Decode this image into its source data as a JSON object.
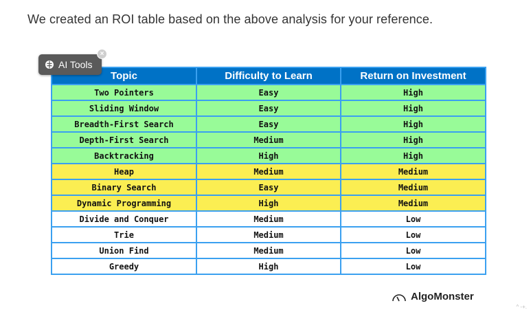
{
  "intro_text": "We created an ROI table based on the above analysis for your reference.",
  "ai_tools": {
    "label": "AI Tools",
    "icon": "brain-icon",
    "close_icon": "close-icon"
  },
  "table": {
    "headers": [
      "Topic",
      "Difficulty to Learn",
      "Return on Investment"
    ],
    "rows": [
      {
        "topic": "Two Pointers",
        "difficulty": "Easy",
        "roi": "High",
        "color": "#98fb98"
      },
      {
        "topic": "Sliding Window",
        "difficulty": "Easy",
        "roi": "High",
        "color": "#98fb98"
      },
      {
        "topic": "Breadth-First Search",
        "difficulty": "Easy",
        "roi": "High",
        "color": "#98fb98"
      },
      {
        "topic": "Depth-First Search",
        "difficulty": "Medium",
        "roi": "High",
        "color": "#98fb98"
      },
      {
        "topic": "Backtracking",
        "difficulty": "High",
        "roi": "High",
        "color": "#98fb98"
      },
      {
        "topic": "Heap",
        "difficulty": "Medium",
        "roi": "Medium",
        "color": "#fbee52"
      },
      {
        "topic": "Binary Search",
        "difficulty": "Easy",
        "roi": "Medium",
        "color": "#fbee52"
      },
      {
        "topic": "Dynamic Programming",
        "difficulty": "High",
        "roi": "Medium",
        "color": "#fbee52"
      },
      {
        "topic": "Divide and Conquer",
        "difficulty": "Medium",
        "roi": "Low",
        "color": "#ffffff"
      },
      {
        "topic": "Trie",
        "difficulty": "Medium",
        "roi": "Low",
        "color": "#ffffff"
      },
      {
        "topic": "Union Find",
        "difficulty": "Medium",
        "roi": "Low",
        "color": "#ffffff"
      },
      {
        "topic": "Greedy",
        "difficulty": "High",
        "roi": "Low",
        "color": "#ffffff"
      }
    ],
    "header_color": "#0072c6",
    "border_color": "#3aa0f0"
  },
  "brand": {
    "name": "AlgoMonster",
    "logo_icon": "algomonster-logo-icon"
  }
}
